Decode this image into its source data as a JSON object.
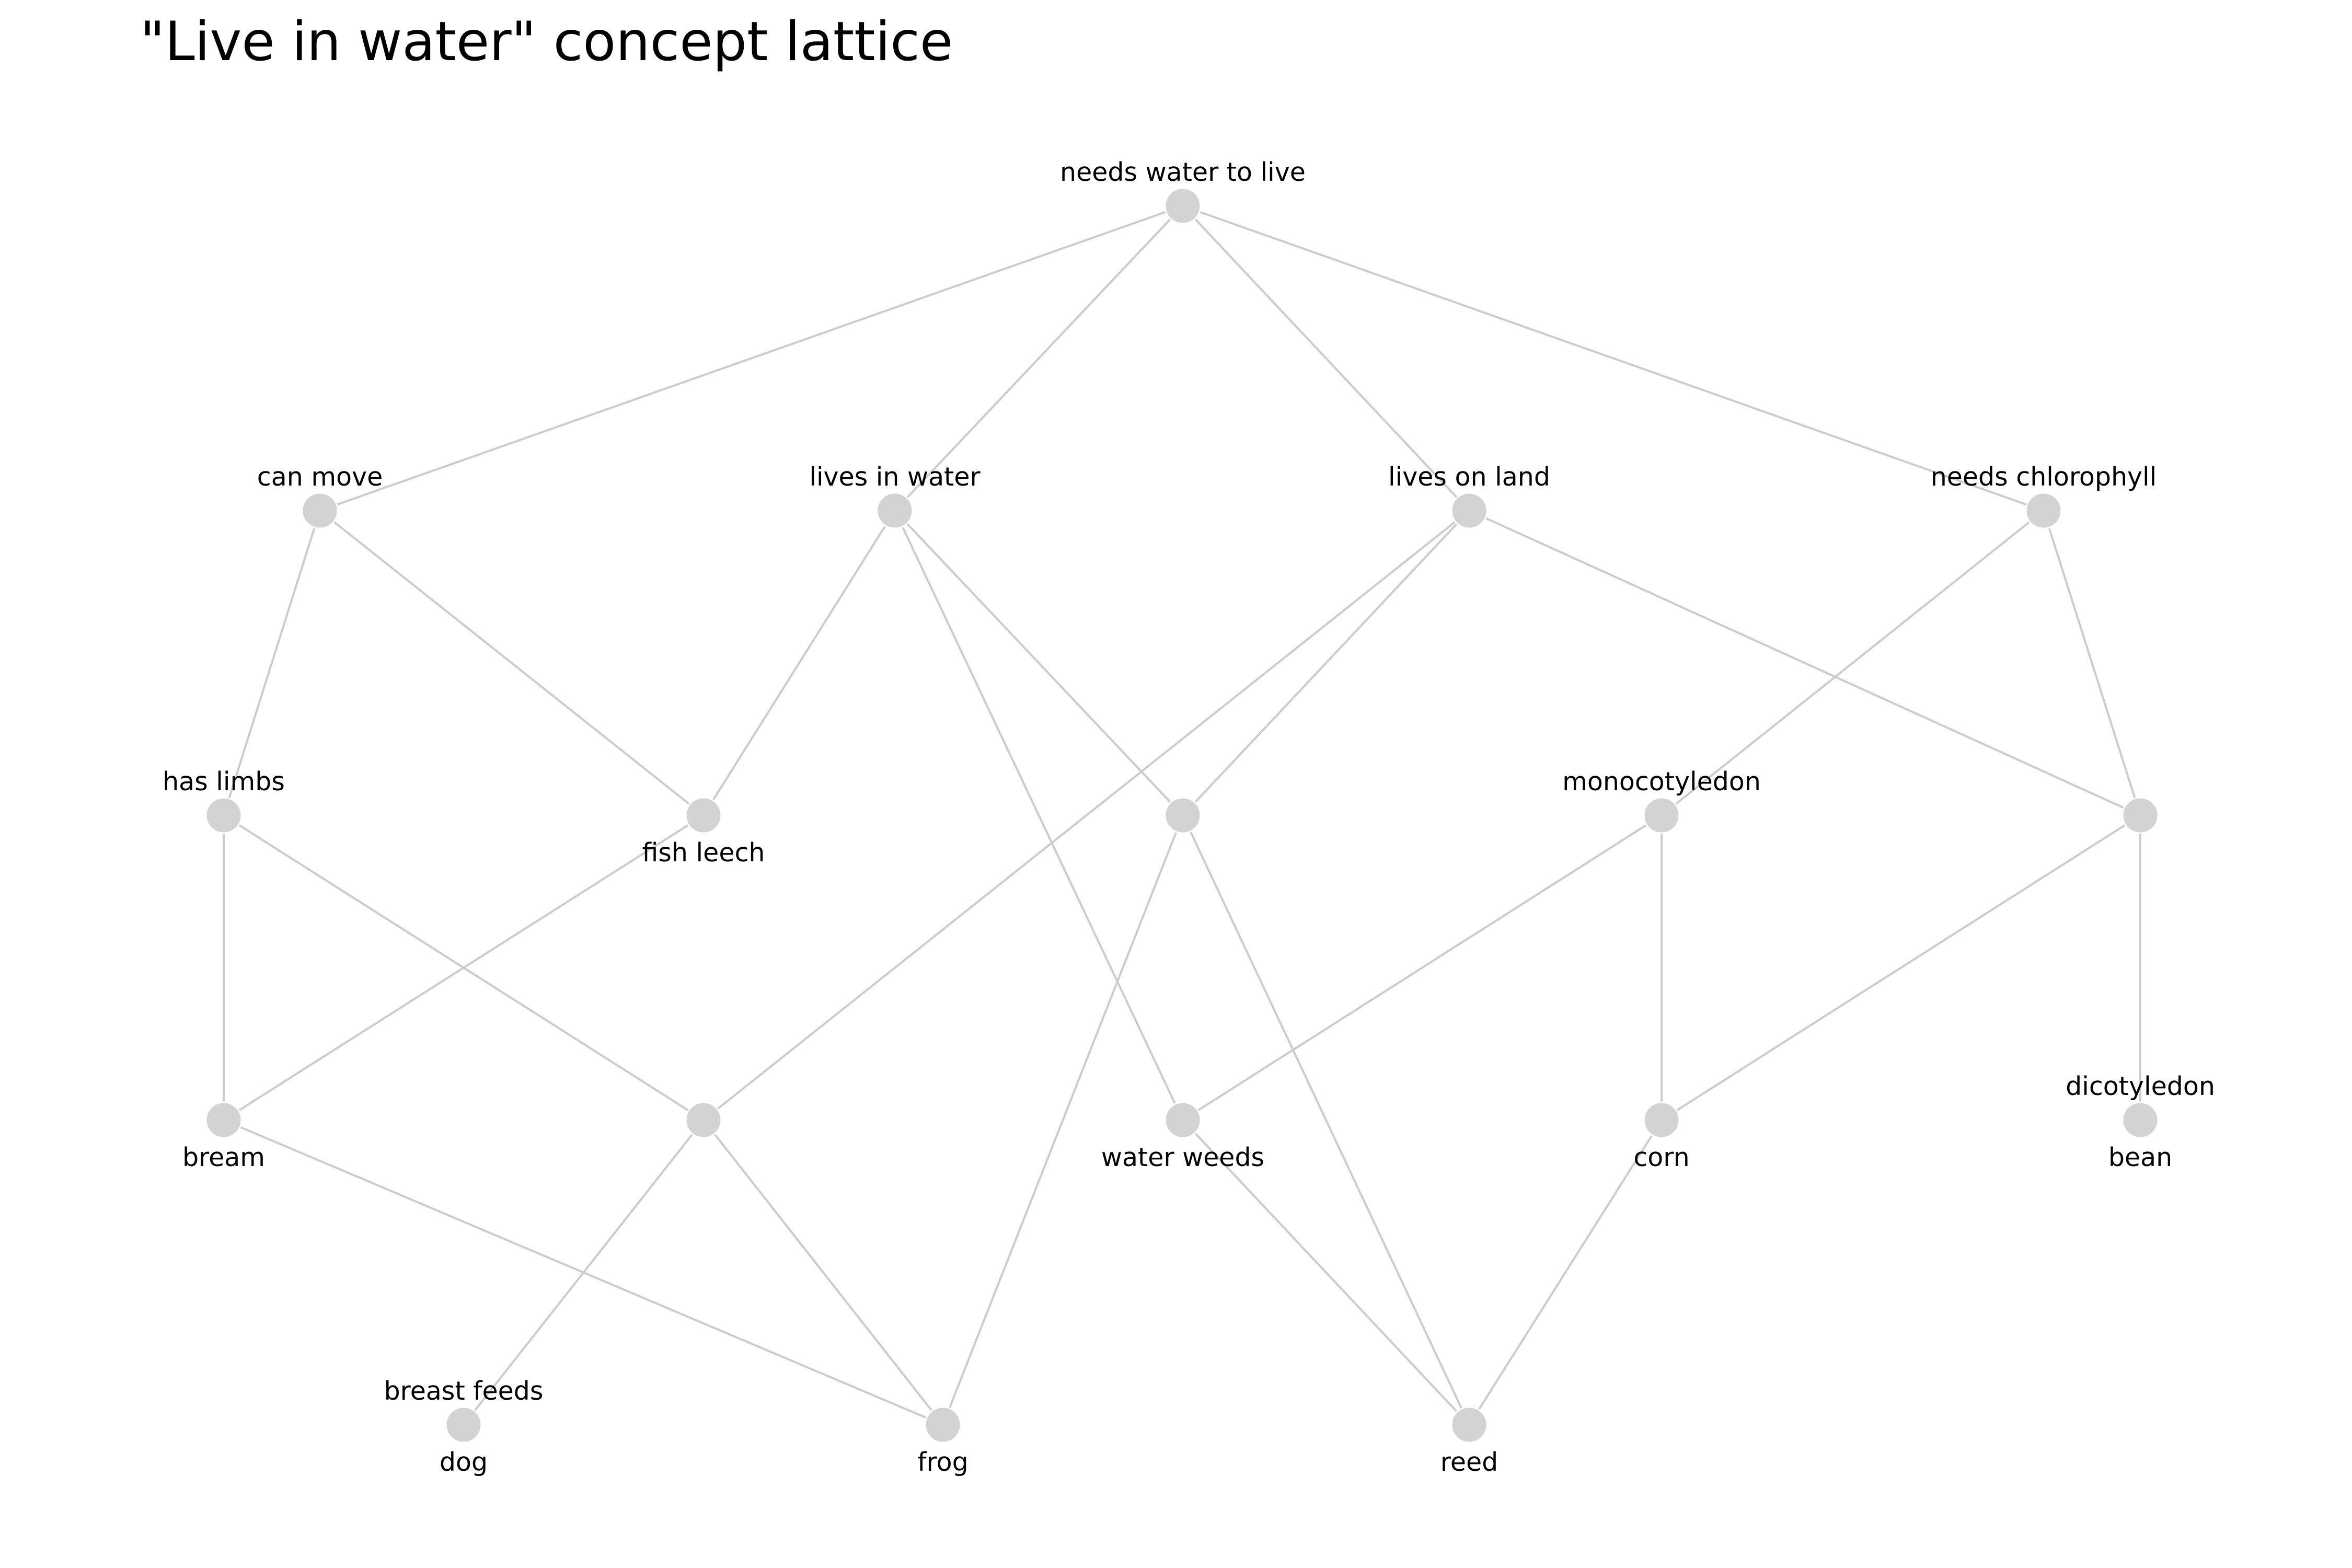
{
  "title": "\"Live in water\" concept lattice",
  "colors": {
    "node": "#d3d3d3",
    "edge": "#cccccc",
    "text": "#000000",
    "background": "#ffffff"
  },
  "nodes": [
    {
      "id": "n0",
      "attribute": "needs water to live",
      "object": ""
    },
    {
      "id": "n1",
      "attribute": "can move",
      "object": ""
    },
    {
      "id": "n2",
      "attribute": "lives in water",
      "object": ""
    },
    {
      "id": "n3",
      "attribute": "lives on land",
      "object": ""
    },
    {
      "id": "n4",
      "attribute": "needs chlorophyll",
      "object": ""
    },
    {
      "id": "n5",
      "attribute": "has limbs",
      "object": ""
    },
    {
      "id": "n6",
      "attribute": "",
      "object": "fish leech"
    },
    {
      "id": "n7",
      "attribute": "",
      "object": ""
    },
    {
      "id": "n8",
      "attribute": "monocotyledon",
      "object": ""
    },
    {
      "id": "n9",
      "attribute": "",
      "object": ""
    },
    {
      "id": "n10",
      "attribute": "",
      "object": "bream"
    },
    {
      "id": "n11",
      "attribute": "",
      "object": ""
    },
    {
      "id": "n12",
      "attribute": "",
      "object": "water weeds"
    },
    {
      "id": "n13",
      "attribute": "",
      "object": "corn"
    },
    {
      "id": "n14",
      "attribute": "dicotyledon",
      "object": "bean"
    },
    {
      "id": "n15",
      "attribute": "breast feeds",
      "object": "dog"
    },
    {
      "id": "n16",
      "attribute": "",
      "object": "frog"
    },
    {
      "id": "n17",
      "attribute": "",
      "object": "reed"
    }
  ],
  "edges": [
    [
      "n0",
      "n1"
    ],
    [
      "n0",
      "n2"
    ],
    [
      "n0",
      "n3"
    ],
    [
      "n0",
      "n4"
    ],
    [
      "n1",
      "n5"
    ],
    [
      "n1",
      "n6"
    ],
    [
      "n2",
      "n6"
    ],
    [
      "n2",
      "n7"
    ],
    [
      "n2",
      "n12"
    ],
    [
      "n3",
      "n7"
    ],
    [
      "n3",
      "n9"
    ],
    [
      "n3",
      "n11"
    ],
    [
      "n4",
      "n8"
    ],
    [
      "n4",
      "n9"
    ],
    [
      "n5",
      "n10"
    ],
    [
      "n5",
      "n11"
    ],
    [
      "n6",
      "n10"
    ],
    [
      "n7",
      "n16"
    ],
    [
      "n7",
      "n17"
    ],
    [
      "n8",
      "n12"
    ],
    [
      "n8",
      "n13"
    ],
    [
      "n9",
      "n13"
    ],
    [
      "n9",
      "n14"
    ],
    [
      "n10",
      "n16"
    ],
    [
      "n11",
      "n15"
    ],
    [
      "n11",
      "n16"
    ],
    [
      "n12",
      "n17"
    ],
    [
      "n13",
      "n17"
    ]
  ]
}
